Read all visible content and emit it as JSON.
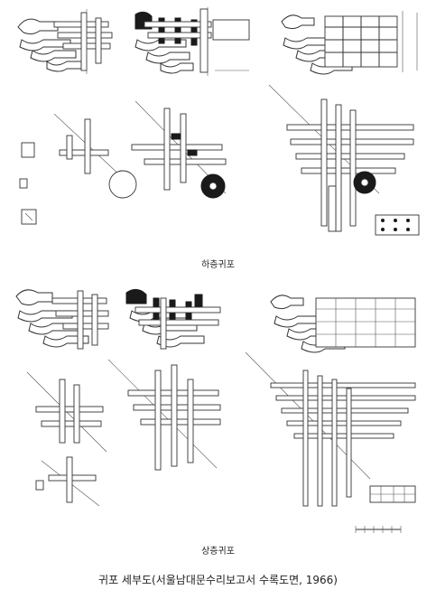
{
  "captions": {
    "lower_bracket": "하층귀포",
    "upper_bracket": "상층귀포",
    "figure_title": "귀포 세부도(서울남대문수리보고서 수록도면, 1966)"
  }
}
